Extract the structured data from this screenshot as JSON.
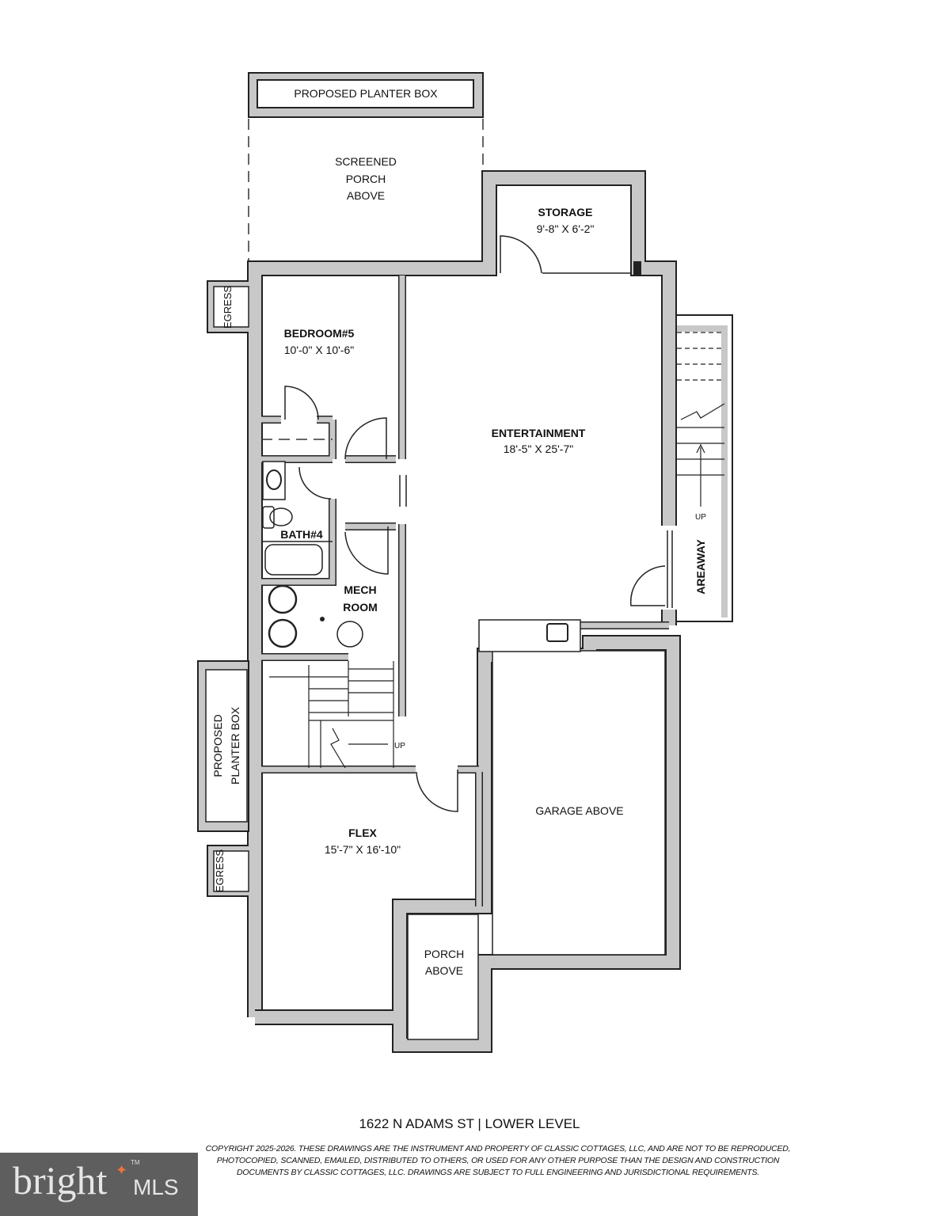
{
  "plan": {
    "labels": {
      "planter_top": "PROPOSED PLANTER BOX",
      "screened_porch": [
        "SCREENED",
        "PORCH",
        "ABOVE"
      ],
      "storage": {
        "name": "STORAGE",
        "size": "9'-8\" X 6'-2\""
      },
      "bedroom": {
        "name": "BEDROOM#5",
        "size": "10'-0\" X 10'-6\""
      },
      "entertainment": {
        "name": "ENTERTAINMENT",
        "size": "18'-5\" X 25'-7\""
      },
      "bath": "BATH#4",
      "mech": [
        "MECH",
        "ROOM"
      ],
      "egress_top": "EGRESS",
      "egress_bottom": "EGRESS",
      "planter_left": [
        "PROPOSED",
        "PLANTER BOX"
      ],
      "areaway": "AREAWAY",
      "up_right": "UP",
      "up_stairs": "UP",
      "flex": {
        "name": "FLEX",
        "size": "15'-7\" X 16'-10\""
      },
      "garage": "GARAGE ABOVE",
      "porch": [
        "PORCH",
        "ABOVE"
      ]
    }
  },
  "footer": {
    "title": "1622 N ADAMS ST | LOWER LEVEL",
    "copyright": "COPYRIGHT 2025-2026.  THESE DRAWINGS ARE THE INSTRUMENT AND PROPERTY OF CLASSIC COTTAGES, LLC, AND ARE NOT TO BE REPRODUCED, PHOTOCOPIED, SCANNED, EMAILED, DISTRIBUTED TO OTHERS, OR USED FOR ANY OTHER PURPOSE THAN THE DESIGN AND CONSTRUCTION DOCUMENTS BY CLASSIC COTTAGES, LLC.  DRAWINGS ARE SUBJECT TO FULL ENGINEERING AND JURISDICTIONAL REQUIREMENTS."
  },
  "watermark": {
    "brand": "bright",
    "suffix": "MLS",
    "tm": "TM",
    "accent": "#e8743b"
  }
}
